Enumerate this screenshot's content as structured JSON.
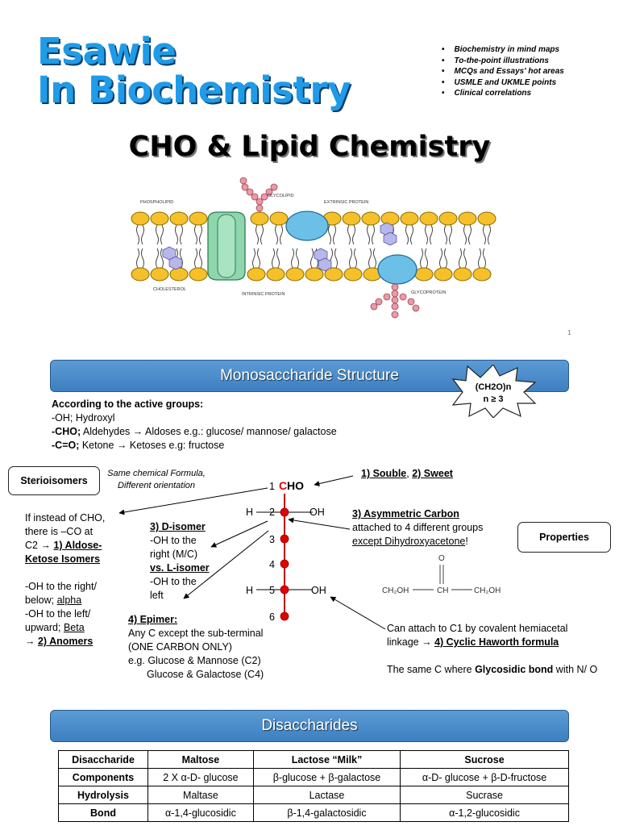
{
  "header": {
    "brand_line1": "Esawie",
    "brand_line2": "In Biochemistry",
    "features": [
      "Biochemistry in mind maps",
      "To-the-point illustrations",
      "MCQs and Essays' hot areas",
      "USMLE and UKMLE points",
      "Clinical correlations"
    ],
    "title": "CHO & Lipid Chemistry",
    "page_number": "1"
  },
  "membrane_labels": {
    "phospholipid": "PHOSPHOLIPID",
    "glycolipid": "GLYCOLIPID",
    "extrinsic_protein": "EXTRINSIC PROTEIN",
    "cholesterol": "CHOLESTEROL",
    "intrinsic_protein": "INTRINSIC PROTEIN",
    "glycoprotein": "GLYCOPROTEIN"
  },
  "section1": {
    "title": "Monosaccharide Structure",
    "formula_line1": "(CH2O)n",
    "formula_line2": "n ≥ 3",
    "active_groups_heading": "According to the active groups:",
    "oh_line": "-OH; Hydroxyl",
    "cho_prefix": "-CHO;",
    "cho_rest": " Aldehydes → Aldoses e.g.: glucose/ mannose/ galactose",
    "co_prefix": "-C=O;",
    "co_rest": " Ketone → Ketoses e.g: fructose",
    "sterioisomers_box": "Sterioisomers",
    "stereo_note_line1": "Same chemical Formula,",
    "stereo_note_line2": "Different orientation",
    "properties_box": "Properties",
    "chain": {
      "c1": "1",
      "c1_letter": "C",
      "cho_rest": "HO",
      "c2": "2",
      "c3": "3",
      "c4": "4",
      "c5": "5",
      "c6": "6",
      "h": "H",
      "oh": "OH"
    },
    "prop1_a": "1) Souble",
    "prop1_sep": ", ",
    "prop1_b": "2) Sweet",
    "prop3_title": "3) Asymmetric Carbon",
    "prop3_line2": "attached to 4 different groups",
    "prop3_except": "except Dihydroxyacetone",
    "prop3_end": "!",
    "dha": {
      "o": "O",
      "left": "CH₂OH",
      "mid": "CH",
      "right": "CH₂OH"
    },
    "aldose_ketose": {
      "line1": "If instead of CHO,",
      "line2": "there is –CO at",
      "line3_pre": "C2 → ",
      "line3_link": "1) Aldose-",
      "line4": "Ketose Isomers"
    },
    "anomers": {
      "line1": "-OH to the right/",
      "line2_pre": "below; ",
      "line2_link": "alpha",
      "line3": "-OH to the left/",
      "line4_pre": "upward; ",
      "line4_link": "Beta",
      "line5_pre": "→ ",
      "line5_link": "2) Anomers"
    },
    "d_isomer": {
      "title": "3) D-isomer",
      "line2": "-OH to the",
      "line3": "right (M/C)",
      "vs": "vs. L-isomer",
      "line5": "-OH to the",
      "line6": "left"
    },
    "epimer": {
      "title": "4) Epimer:",
      "line2": "Any C except the sub-terminal",
      "line3": "(ONE CARBON ONLY)",
      "line4": "e.g. Glucose & Mannose (C2)",
      "line5": "Glucose & Galactose (C4)"
    },
    "cyclic": {
      "line1": "Can attach to C1 by covalent hemiacetal",
      "line2_pre": "linkage → ",
      "line2_link": "4) Cyclic Haworth formula",
      "line3_pre": "The same C where ",
      "line3_bold": "Glycosidic bond",
      "line3_post": " with N/ O"
    }
  },
  "section2": {
    "title": "Disaccharides",
    "table": {
      "headers": [
        "Disaccharide",
        "Maltose",
        "Lactose “Milk”",
        "Sucrose"
      ],
      "rows": [
        [
          "Components",
          "2 X α-D- glucose",
          "β-glucose + β-galactose",
          "α-D- glucose + β-D-fructose"
        ],
        [
          "Hydrolysis",
          "Maltase",
          "Lactase",
          "Sucrase"
        ],
        [
          "Bond",
          "α-1,4-glucosidic",
          "β-1,4-galactosidic",
          "α-1,2-glucosidic"
        ]
      ]
    }
  },
  "colors": {
    "brand_blue": "#1f9be8",
    "section_bar": "#4a8cc9",
    "chain_red": "#e00000"
  }
}
